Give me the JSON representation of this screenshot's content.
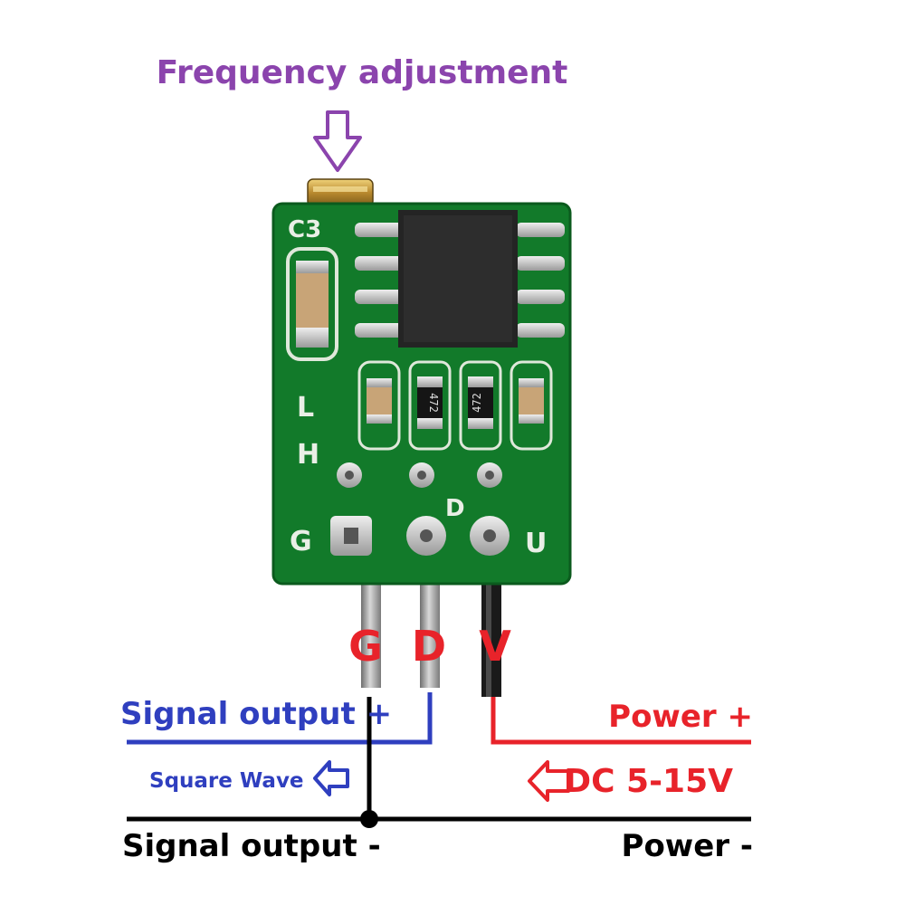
{
  "labels": {
    "frequency_adjustment": "Frequency adjustment",
    "signal_output_plus": "Signal output +",
    "square_wave": "Square Wave",
    "power_plus": "Power +",
    "dc_range": "DC 5-15V",
    "signal_output_minus": "Signal output -",
    "power_minus": "Power -"
  },
  "pins": {
    "g": "G",
    "d": "D",
    "v": "V"
  },
  "board_silkscreen": {
    "c3": "C3",
    "l": "L",
    "h": "H",
    "g": "G",
    "d": "D",
    "u": "U",
    "resistor_1": "472",
    "resistor_2": "472"
  },
  "colors": {
    "purple": "#8b44ad",
    "blue": "#2f3fbf",
    "red": "#e8232a",
    "black": "#000000",
    "pcb_green": "#127a2a"
  }
}
